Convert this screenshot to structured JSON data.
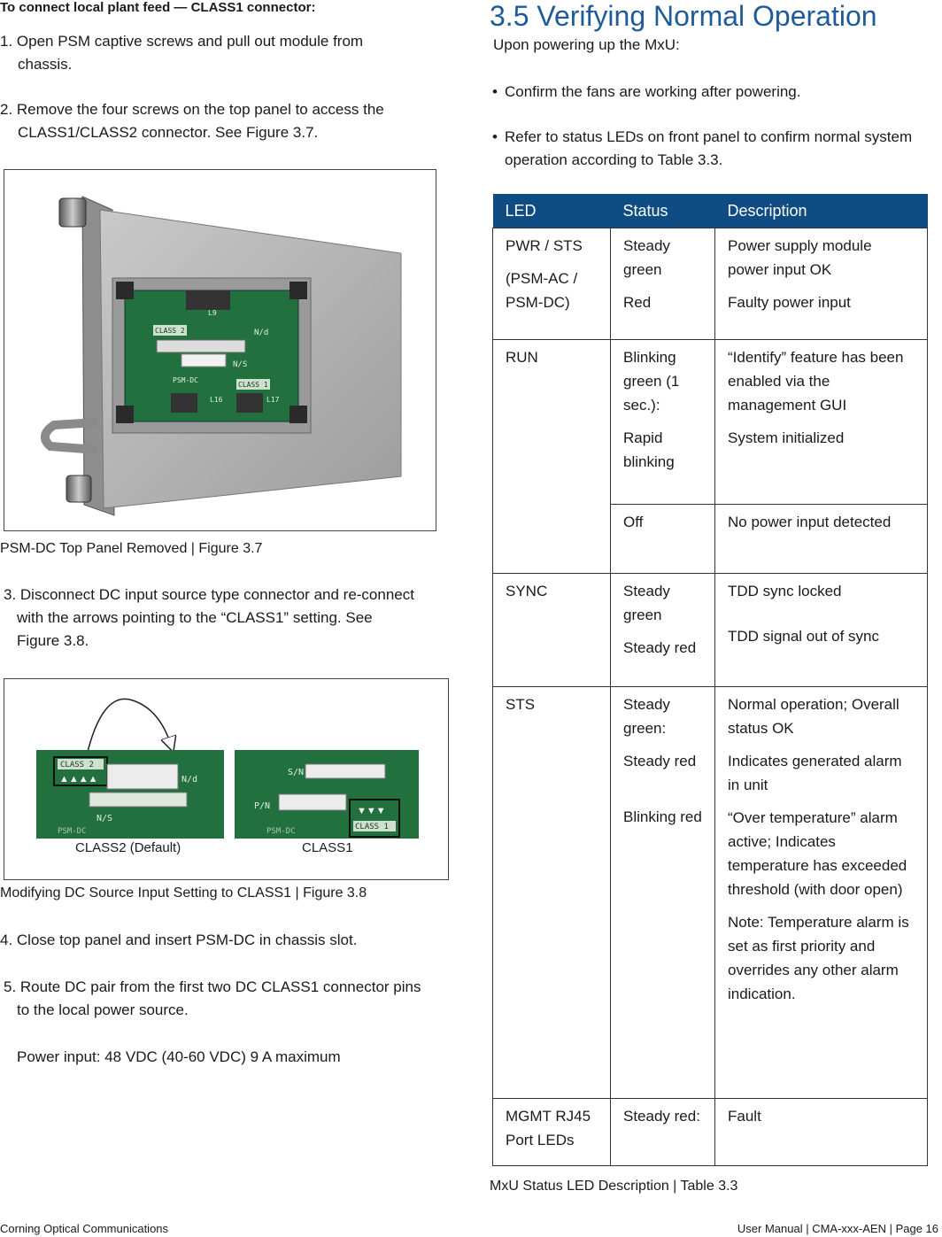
{
  "left": {
    "heading": "To connect local plant feed — CLASS1 connector:",
    "step1a": "1.  Open PSM captive screws and pull out module from",
    "step1b": "chassis.",
    "step2a": "2. Remove the four screws on the top panel to access the",
    "step2b": "CLASS1/CLASS2 connector. See Figure 3.7.",
    "fig37_labels": {
      "class2": "CLASS 2",
      "class1": "CLASS 1",
      "ns": "N/S",
      "nd": "N/d",
      "psm": "PSM-DC",
      "l9": "L9",
      "l16": "L16",
      "l17": "L17"
    },
    "fig37_caption": "PSM-DC Top Panel Removed | Figure 3.7",
    "step3a": "3. Disconnect DC input source type connector and re-connect",
    "step3b": "with the arrows pointing to the “CLASS1” setting. See",
    "step3c": "Figure 3.8.",
    "fig38_class2_label": "CLASS2 (Default)",
    "fig38_class1_label": "CLASS1",
    "fig38_board_text": {
      "class2": "CLASS 2",
      "class1": "CLASS 1",
      "ns": "N/S",
      "nd": "N/d",
      "sn": "S/N",
      "pn": "P/N",
      "psm": "PSM-DC"
    },
    "fig38_caption": "Modifying DC Source Input Setting to CLASS1 | Figure 3.8",
    "step4": "4. Close top panel and insert PSM-DC in chassis slot.",
    "step5a": "5. Route DC pair from the first two DC CLASS1 connector pins",
    "step5b": "to the local power source.",
    "power": "Power input: 48 VDC (40-60 VDC) 9 A maximum"
  },
  "right": {
    "section_title": "3.5     Verifying Normal Operation",
    "intro": "Upon powering up the MxU:",
    "bullet1": "Confirm the fans are working after powering.",
    "bullet2a": "Refer to status LEDs on front panel to confirm normal system",
    "bullet2b": "operation according to Table 3.3.",
    "table": {
      "headers": [
        "LED",
        "Status",
        "Description"
      ],
      "pwr": {
        "led1": "PWR / STS",
        "led2": "(PSM-AC /",
        "led3": "PSM-DC)",
        "status1": "Steady green",
        "status2": "Red",
        "desc1": "Power supply module power input OK",
        "desc2": "Faulty power input"
      },
      "run": {
        "led": "RUN",
        "status1": "Blinking green (1 sec.):",
        "status2": "Rapid blinking",
        "desc1": "“Identify” feature has been enabled via the management GUI",
        "desc2": "System initialized",
        "status3": "Off",
        "desc3": "No power input detected"
      },
      "sync": {
        "led": "SYNC",
        "status1": "Steady green",
        "status2": "Steady red",
        "desc1": "TDD sync locked",
        "desc2": "TDD signal out of sync"
      },
      "sts": {
        "led": "STS",
        "status1": "Steady green:",
        "status2": "Steady red",
        "status3": "Blinking red",
        "desc1": "Normal operation; Overall status OK",
        "desc2": "Indicates generated alarm in unit",
        "desc3": "“Over temperature” alarm active;  Indicates temperature has exceeded threshold (with door open)",
        "desc4": "Note: Temperature alarm is set as first priority and overrides any other alarm indication."
      },
      "mgmt": {
        "led": "MGMT RJ45 Port LEDs",
        "status": "Steady red:",
        "desc": "Fault"
      }
    },
    "table_caption": "MxU Status LED Description | Table 3.3"
  },
  "footer": {
    "left": "Corning Optical Communications",
    "right": "User Manual | CMA-xxx-AEN | Page 16"
  }
}
